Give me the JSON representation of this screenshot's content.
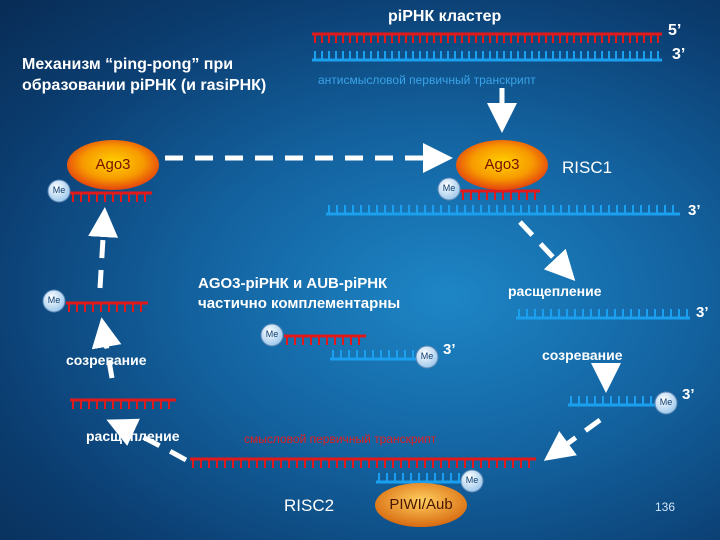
{
  "title": {
    "line1": "Механизм “ping-pong” при",
    "line2": "образовании piРНК (и rasiРНК)"
  },
  "cluster": {
    "label": "piРНК кластер",
    "five_prime": "5’",
    "three_prime": "3’",
    "antisense_label": "антисмысловой первичный транскрипт"
  },
  "proteins": {
    "ago3_left": "Ago3",
    "ago3_right": "Ago3",
    "piwi_aub": "PIWI/Aub"
  },
  "complexes": {
    "risc1": "RISC1",
    "risc2": "RISC2"
  },
  "modification": "Me",
  "steps": {
    "cleavage_right": "расщепление",
    "maturation_right": "созревание",
    "maturation_left": "созревание",
    "cleavage_left": "расщепление"
  },
  "center_text": {
    "line1": "AGO3-piРНК и AUB-piРНК",
    "line2": "частично комплементарны"
  },
  "sense_label": "смысловой первичный транскрипт",
  "prime_3": "3’",
  "page_number": "136",
  "colors": {
    "red_strand": "#e01a1a",
    "blue_strand": "#1aa0ee",
    "arrow": "#ffffff",
    "ago3_fill": "#f7a400",
    "piwi_fill": "#e89b2a"
  }
}
